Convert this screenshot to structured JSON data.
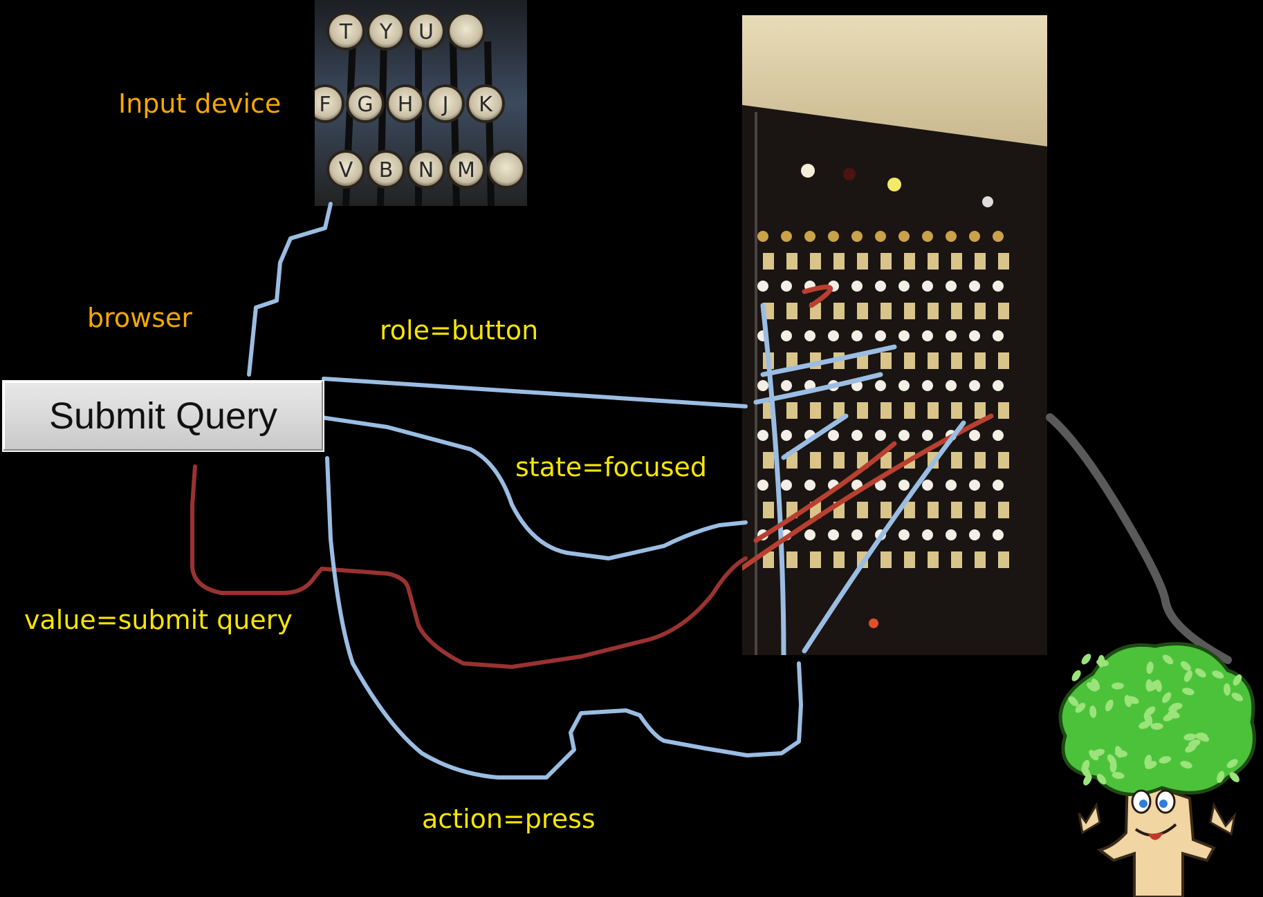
{
  "labels": {
    "input_device": "Input device",
    "browser": "browser",
    "role": "role=button",
    "state": "state=focused",
    "value": "value=submit query",
    "action": "action=press"
  },
  "button": {
    "label": "Submit Query"
  },
  "typewriter_keys": [
    [
      "T",
      "Y",
      "U",
      ""
    ],
    [
      "F",
      "G",
      "H",
      "J",
      "K"
    ],
    [
      "V",
      "B",
      "N",
      "M",
      ""
    ]
  ],
  "colors": {
    "label_orange": "#f5a800",
    "label_yellow": "#f7e600",
    "wire_blue": "#9bbde3",
    "wire_red": "#9a3232",
    "wire_gray": "#5a5a5a"
  }
}
